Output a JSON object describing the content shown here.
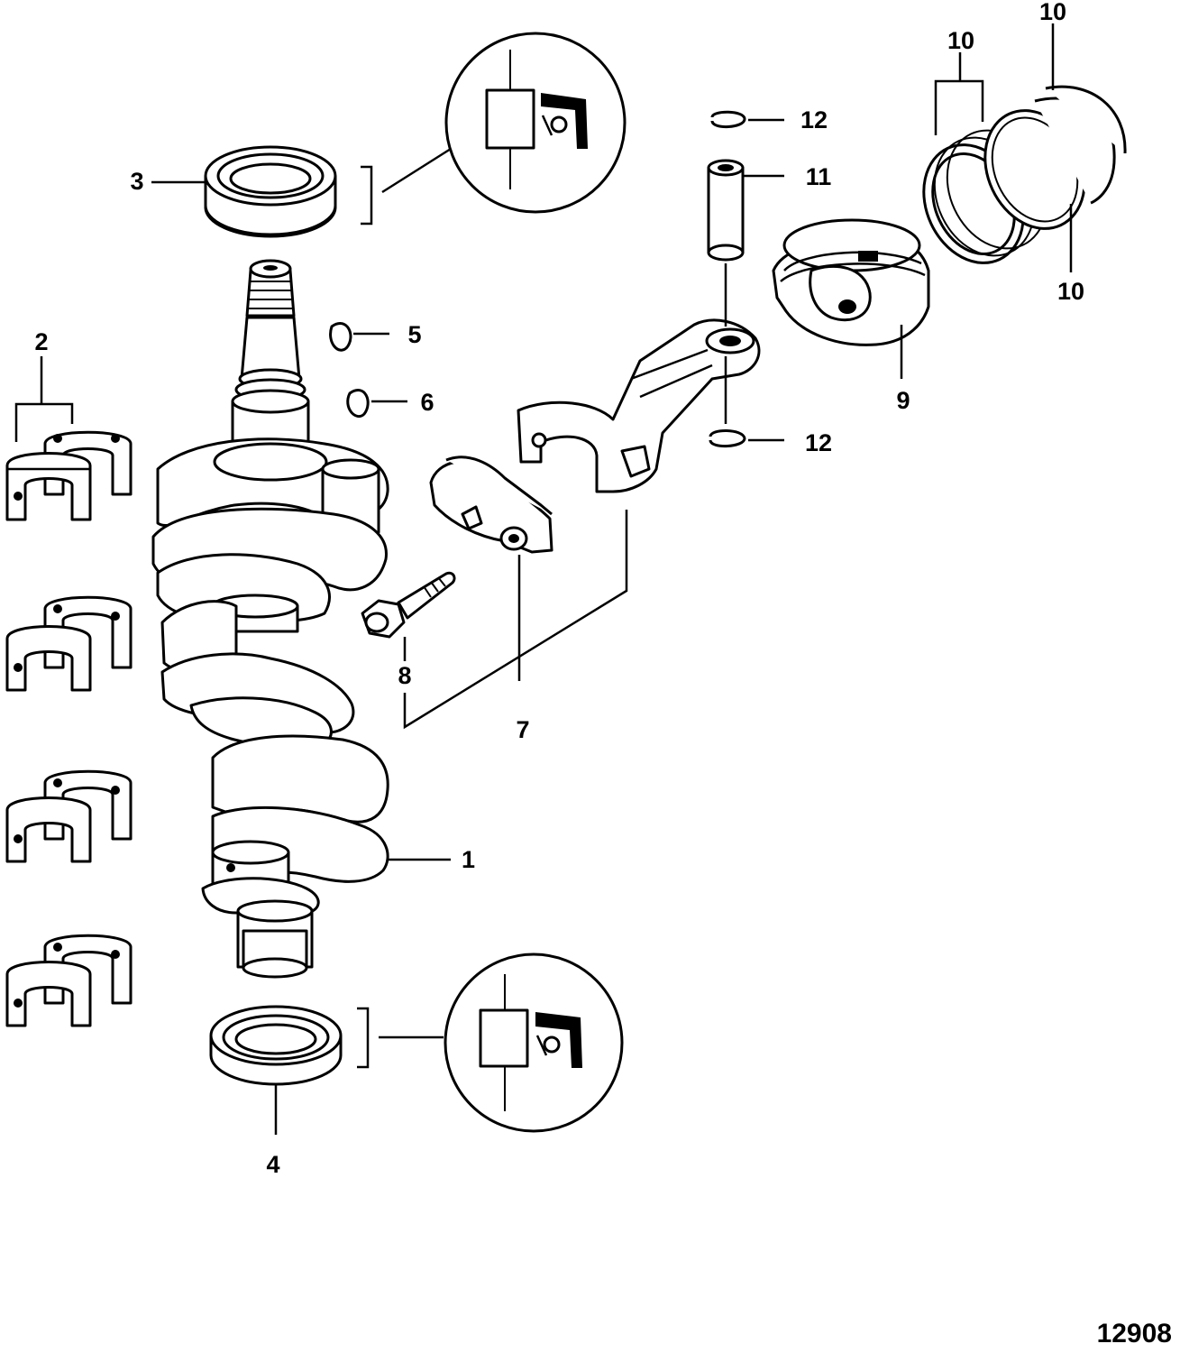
{
  "figure_number": "12908",
  "callouts": {
    "c1": "1",
    "c2": "2",
    "c3": "3",
    "c4": "4",
    "c5": "5",
    "c6": "6",
    "c7": "7",
    "c8": "8",
    "c9": "9",
    "c10a": "10",
    "c10b": "10",
    "c10c": "10",
    "c11": "11",
    "c12a": "12",
    "c12b": "12"
  }
}
